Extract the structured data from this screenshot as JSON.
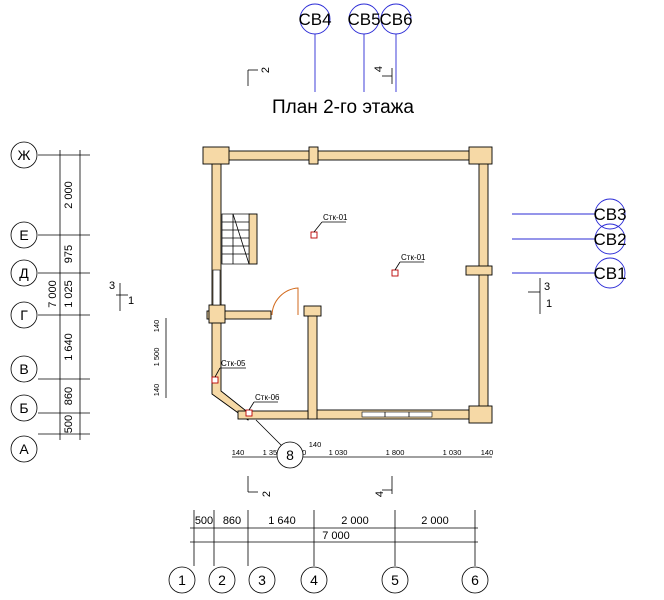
{
  "title": "План 2-го этажа",
  "section_marks": {
    "top_left": "2",
    "top_right": "4",
    "bottom_left": "2",
    "bottom_right": "4",
    "left_3": "3",
    "left_1": "1",
    "right_3": "3",
    "right_1": "1"
  },
  "sv_top": [
    "СВ4",
    "СВ5",
    "СВ6"
  ],
  "sv_right": [
    "СВ3",
    "СВ2",
    "СВ1"
  ],
  "axes_letters": [
    "Ж",
    "Е",
    "Д",
    "Г",
    "В",
    "Б",
    "А"
  ],
  "axes_numbers": [
    "1",
    "2",
    "3",
    "4",
    "5",
    "6"
  ],
  "axis_8": "8",
  "left_dims": [
    "2 000",
    "975",
    "1 025",
    "1 640",
    "860",
    "500"
  ],
  "left_total": "7 000",
  "bottom_dims": [
    "500",
    "860",
    "1 640",
    "2 000",
    "2 000"
  ],
  "bottom_total": "7 000",
  "inner_dims_bottom": [
    "140",
    "1 350",
    "150",
    "140",
    "1 030",
    "1 800",
    "1 030",
    "140"
  ],
  "inner_dims_left": [
    "140",
    "1 500",
    "140"
  ],
  "tags": [
    "Стк-01",
    "Стк-01",
    "Стк-05",
    "Стк-06"
  ]
}
